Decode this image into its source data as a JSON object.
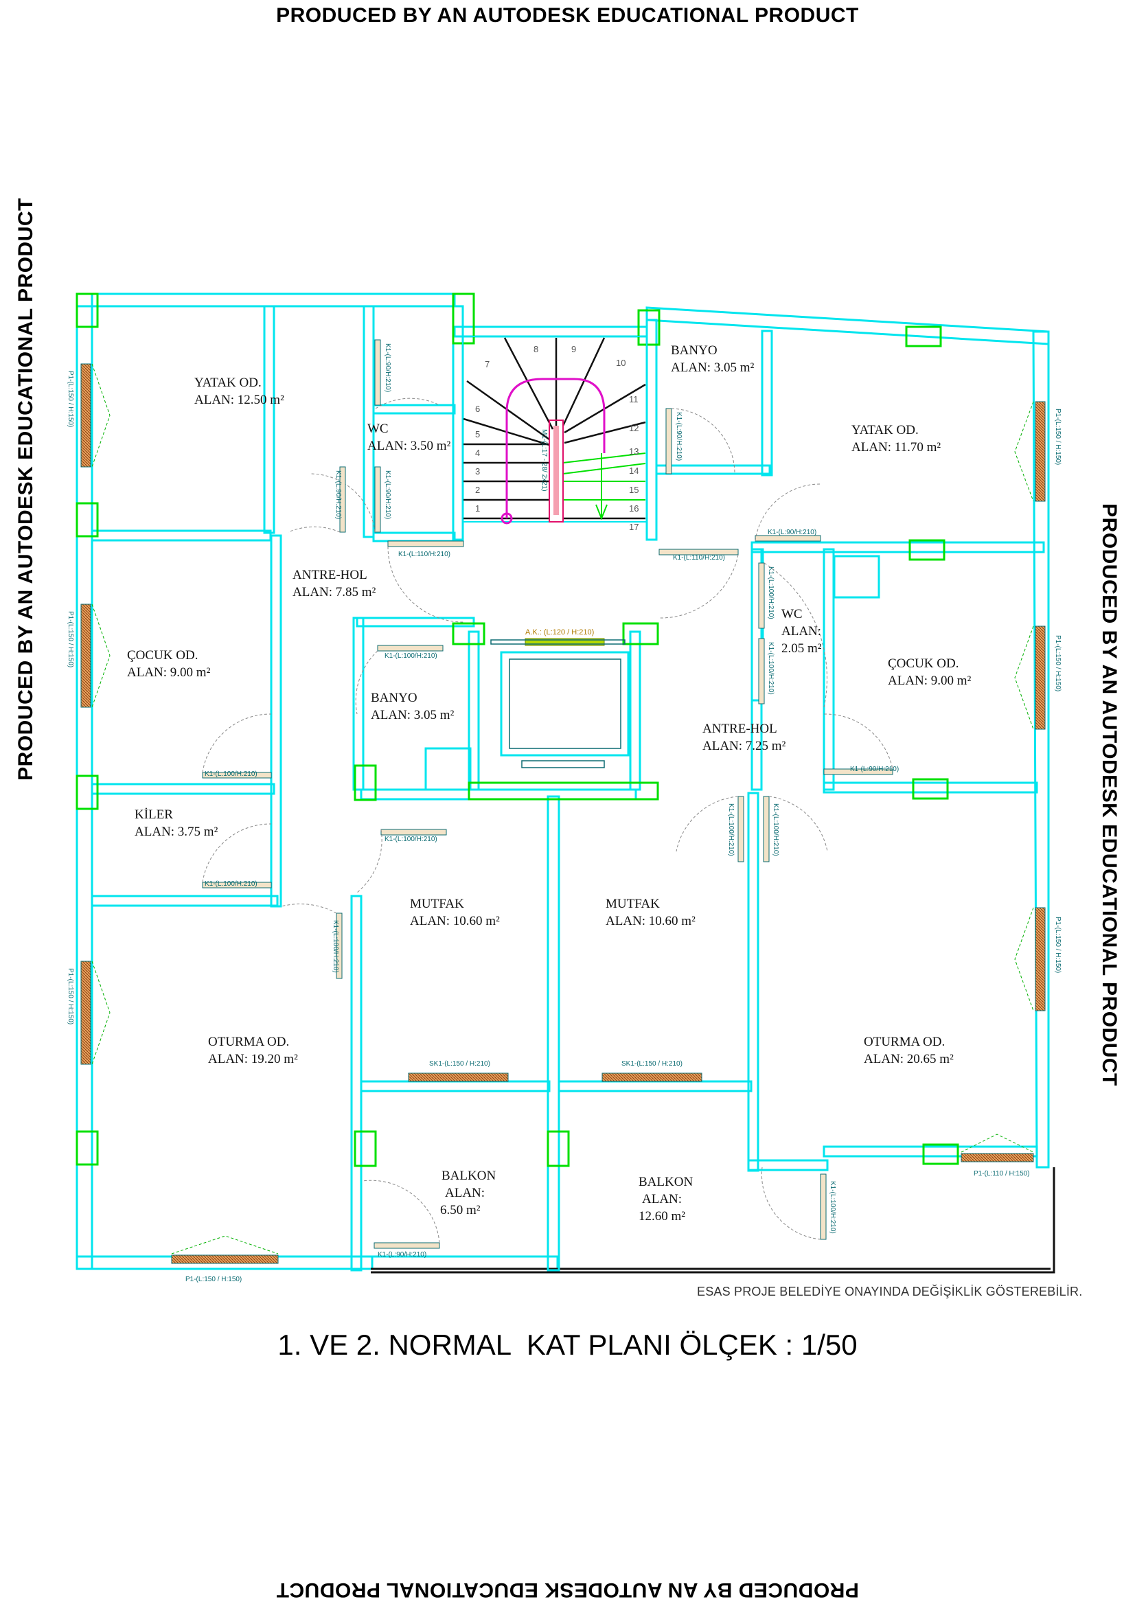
{
  "watermark": {
    "top": "PRODUCED BY AN AUTODESK EDUCATIONAL PRODUCT",
    "left": "PRODUCED BY AN AUTODESK EDUCATIONAL PRODUCT",
    "right": "PRODUCED BY AN AUTODESK EDUCATIONAL PRODUCT",
    "bottom": "PRODUCED BY AN AUTODESK EDUCATIONAL PRODUCT"
  },
  "title": "1. VE 2. NORMAL  KAT PLANI ÖLÇEK : 1/50",
  "note": "ESAS PROJE BELEDİYE ONAYINDA DEĞİŞİKLİK GÖSTEREBİLİR.",
  "colors": {
    "wall": "#00e5ee",
    "column": "#00e000",
    "stair_path": "#e010c8",
    "wood": "#c8702a",
    "dim": "#0b6b72"
  },
  "rooms": [
    {
      "name": "YATAK OD.",
      "area": "ALAN: 12.50 m²"
    },
    {
      "name": "WC",
      "area": "ALAN: 3.50 m²"
    },
    {
      "name": "BANYO",
      "area": "ALAN: 3.05 m²"
    },
    {
      "name": "YATAK OD.",
      "area": "ALAN: 11.70 m²"
    },
    {
      "name": "ANTRE-HOL",
      "area": "ALAN: 7.85 m²"
    },
    {
      "name": "ÇOCUK OD.",
      "area": "ALAN: 9.00 m²"
    },
    {
      "name": "BANYO",
      "area": "ALAN: 3.05 m²"
    },
    {
      "name": "WC",
      "area": "ALAN:",
      "area2": "2.05 m²"
    },
    {
      "name": "ÇOCUK OD.",
      "area": "ALAN: 9.00 m²"
    },
    {
      "name": "ANTRE-HOL",
      "area": "ALAN: 7.25 m²"
    },
    {
      "name": "KİLER",
      "area": "ALAN: 3.75 m²"
    },
    {
      "name": "MUTFAK",
      "area": "ALAN: 10.60 m²"
    },
    {
      "name": "MUTFAK",
      "area": "ALAN: 10.60 m²"
    },
    {
      "name": "OTURMA OD.",
      "area": "ALAN: 19.20 m²"
    },
    {
      "name": "OTURMA OD.",
      "area": "ALAN: 20.65 m²"
    },
    {
      "name": "BALKON",
      "area": "ALAN:",
      "area2": "6.50 m²"
    },
    {
      "name": "BALKON",
      "area": "ALAN:",
      "area2": "12.60 m²"
    }
  ],
  "tags": {
    "window_150": "P1-(L:150 / H:150)",
    "window_110": "P1-(L:110 / H:150)",
    "door_100": "K1-(L:100/H:210)",
    "door_110": "K1-(L:110/H:210)",
    "door_90": "K1-(L:90/H:210)",
    "balcony_door": "SK1-(L:150 / H:210)",
    "elevator_door": "A.K.: (L:120 / H:210)",
    "stair": "M1-(L:17 - 28/ 2x21)"
  },
  "stair_numbers": [
    "1",
    "2",
    "3",
    "4",
    "5",
    "6",
    "7",
    "8",
    "9",
    "10",
    "11",
    "12",
    "13",
    "14",
    "15",
    "16",
    "17"
  ]
}
